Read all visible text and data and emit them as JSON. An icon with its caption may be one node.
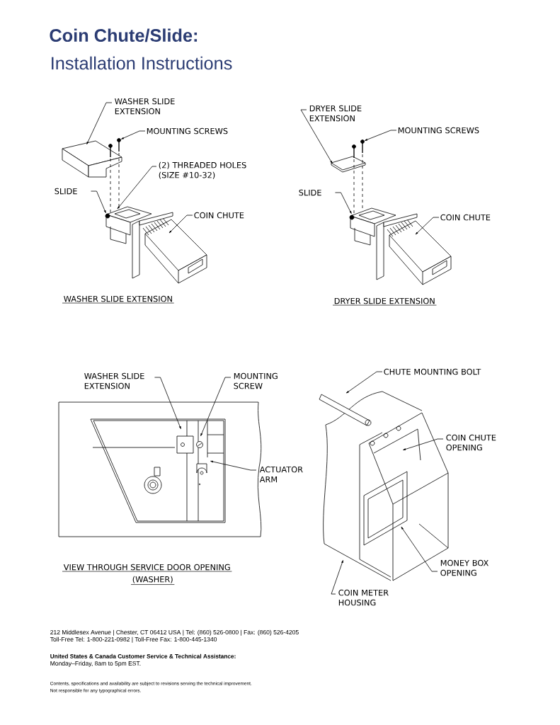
{
  "diagram": {
    "title": "Coin Chute/Slide:",
    "nodes": [
      {
        "text": [
          "WASHER SLIDE EXTENSION"
        ]
      },
      {
        "text": [
          "MOUNTING SCREWS"
        ]
      },
      {
        "text": [
          "(2) THREADED HOLES (SIZE #10-32)"
        ]
      },
      {
        "text": [
          "SLIDE"
        ]
      },
      {
        "text": [
          "COIN CHUTE"
        ]
      },
      {
        "text": [
          "DRYER SLIDE EXTENSION"
        ]
      },
      {
        "text": [
          "MOUNTING SCREWS"
        ]
      },
      {
        "text": [
          "SLIDE"
        ]
      },
      {
        "text": [
          "COIN CHUTE"
        ]
      },
      {
        "text": [
          "WASHER SLIDE EXTENSION"
        ]
      },
      {
        "text": [
          "MOUNTING SCREW"
        ]
      },
      {
        "text": [
          "ACTUATOR ARM"
        ]
      },
      {
        "text": [
          "CHUTE MOUNTING BOLT"
        ]
      },
      {
        "text": [
          "COIN CHUTE OPENING"
        ]
      },
      {
        "text": [
          "MONEY BOX OPENING"
        ]
      },
      {
        "text": [
          "COIN METER HOUSING"
        ]
      },
      {
        "text": [],
        "shape": "picture"
      },
      {
        "text": [],
        "shape": "picture"
      },
      {
        "text": [],
        "shape": "picture"
      },
      {
        "text": [],
        "shape": "picture"
      }
    ],
    "edges": [
      {
        "from": 0,
        "to": 16,
        "arrow": "to"
      },
      {
        "from": 1,
        "to": 16,
        "arrow": "to"
      },
      {
        "from": 2,
        "to": 16,
        "arrow": "to"
      },
      {
        "from": 3,
        "to": 16,
        "arrow": "to"
      },
      {
        "from": 4,
        "to": 16,
        "arrow": "to"
      },
      {
        "from": 5,
        "to": 17,
        "arrow": "to"
      },
      {
        "from": 6,
        "to": 17,
        "arrow": "to"
      },
      {
        "from": 7,
        "to": 17,
        "arrow": "to"
      },
      {
        "from": 8,
        "to": 17,
        "arrow": "to"
      },
      {
        "from": 9,
        "to": 18,
        "arrow": "to"
      },
      {
        "from": 10,
        "to": 18,
        "arrow": "to"
      },
      {
        "from": 11,
        "to": 18,
        "arrow": "to"
      },
      {
        "from": 12,
        "to": 19,
        "arrow": "to"
      },
      {
        "from": 13,
        "to": 19,
        "arrow": "to"
      },
      {
        "from": 14,
        "to": 19,
        "arrow": "to"
      },
      {
        "from": 15,
        "to": 19,
        "arrow": "to"
      }
    ],
    "labels": [
      "Installation Instructions",
      "WASHER SLIDE EXTENSION",
      "DRYER SLIDE EXTENSION",
      "VIEW THROUGH SERVICE DOOR OPENING",
      "(WASHER)",
      "212 Middlesex Avenue | Chester, CT 06412 USA | Tel: (860) 526-0800 | Fax: (860) 526-4205",
      "Toll-Free Tel: 1-800-221-0982 | Toll-Free Fax: 1-800-445-1340",
      "United States & Canada Customer Service & Technical Assistance:",
      "Monday–Friday, 8am to 5pm EST.",
      "Contents, specifications and availability are subject to revisions serving the technical improvement.",
      "Not responsible for any typographical errors."
    ]
  }
}
